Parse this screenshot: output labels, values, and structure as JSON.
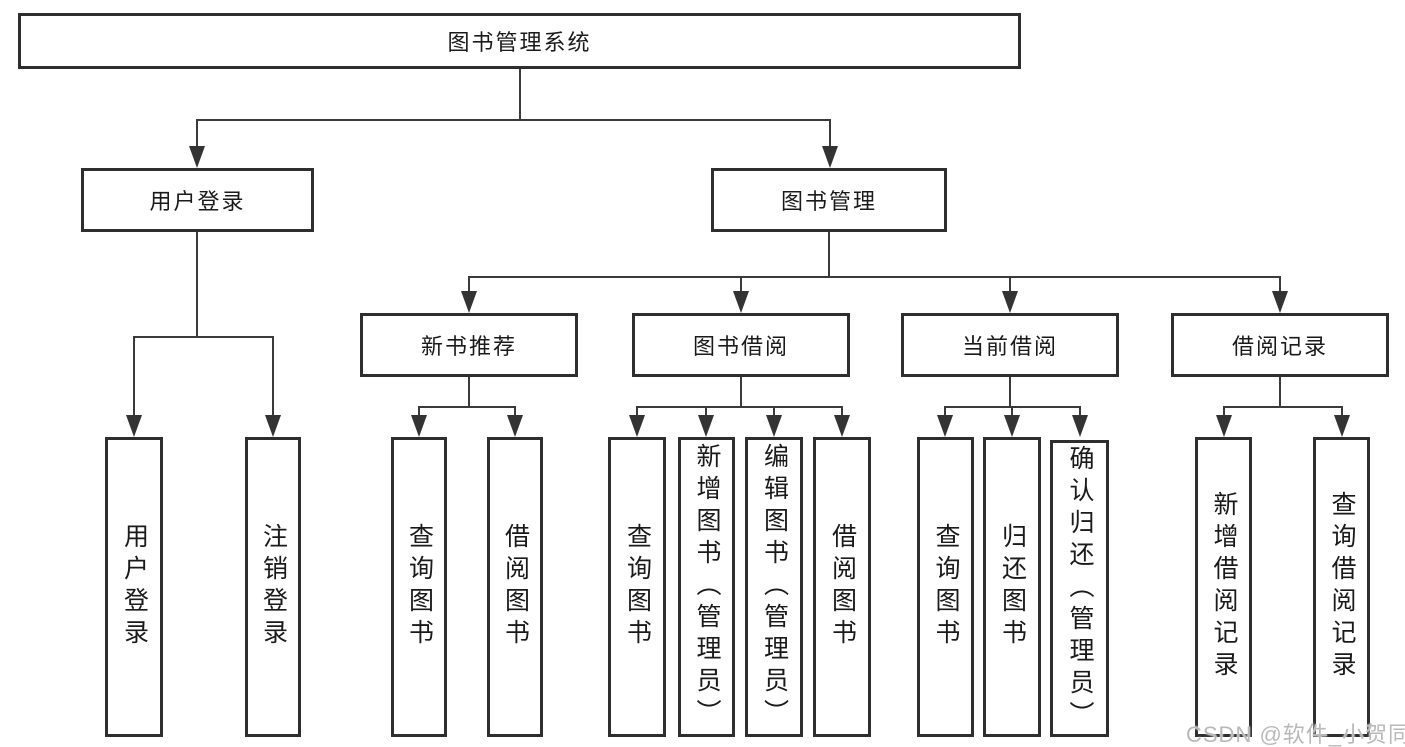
{
  "diagram": {
    "root": {
      "label": "图书管理系统",
      "children": [
        {
          "label": "用户登录",
          "children": [
            {
              "label": "用户登录"
            },
            {
              "label": "注销登录"
            }
          ]
        },
        {
          "label": "图书管理",
          "children": [
            {
              "label": "新书推荐",
              "children": [
                {
                  "label": "查询图书"
                },
                {
                  "label": "借阅图书"
                }
              ]
            },
            {
              "label": "图书借阅",
              "children": [
                {
                  "label": "查询图书"
                },
                {
                  "label": "新增图书（管理员）"
                },
                {
                  "label": "编辑图书（管理员）"
                },
                {
                  "label": "借阅图书"
                }
              ]
            },
            {
              "label": "当前借阅",
              "children": [
                {
                  "label": "查询图书"
                },
                {
                  "label": "归还图书"
                },
                {
                  "label": "确认归还（管理员）"
                }
              ]
            },
            {
              "label": "借阅记录",
              "children": [
                {
                  "label": "新增借阅记录"
                },
                {
                  "label": "查询借阅记录"
                }
              ]
            }
          ]
        }
      ]
    }
  },
  "watermark": {
    "text": "CSDN @软件_小贺同学"
  },
  "colors": {
    "background": "#ffffff",
    "box_border": "#2e2e2e",
    "connector_line": "#3a3a3a",
    "arrow": "#333333",
    "text": "#1a1a1a",
    "watermark": "#b9b9b9"
  }
}
